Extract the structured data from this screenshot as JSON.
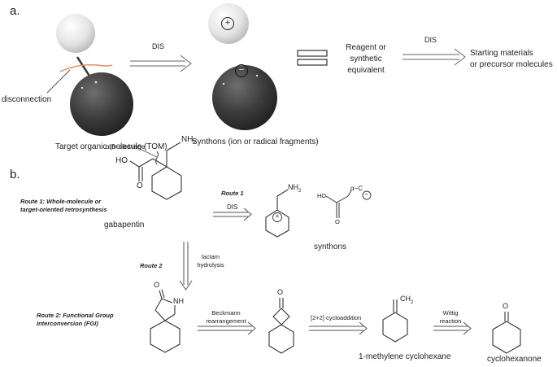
{
  "panel_a": {
    "label": "a.",
    "disconnection_label": "disconnection",
    "tom_caption": "Target organic molecule (TOM)",
    "arrow1_label": "DIS",
    "synthons_caption": "Synthons (ion or radical fragments)",
    "plus_sign": "+",
    "minus_sign": "−",
    "reagent_line1": "Reagent or",
    "reagent_line2": "synthetic",
    "reagent_line3": "equivalent",
    "arrow2_label": "DIS",
    "starting_line1": "Starting materials",
    "starting_line2": "or precursor molecules"
  },
  "panel_b": {
    "label": "b.",
    "cleavage_label": "α,β−cleavage",
    "nh2_label": "NH",
    "nh2_sub": "2",
    "ho_label": "HO",
    "o_label": "O",
    "route1_desc_line1": "Route 1: Whole-molecule or",
    "route1_desc_line2": "target-oriented retrosynthesis",
    "gabapentin_label": "gabapentin",
    "route1_label": "Route 1",
    "route1_arrow_label": "DIS",
    "synthon_cation_nh2": "NH",
    "synthon_cation_nh2_sub": "2",
    "synthon_plus": "+",
    "synthon_anion_ho": "HO",
    "synthon_anion_o": "O",
    "synthon_anion_alpha": "α−C",
    "synthon_anion_minus": "−",
    "synthons_label": "synthons",
    "route2_label": "Route 2",
    "lactam_line1": "lactam",
    "lactam_line2": "hydrolysis",
    "lactam_o": "O",
    "lactam_nh": "NH",
    "route2_desc_line1": "Route 2: Functional Group",
    "route2_desc_line2": "Interconversion (FGI)",
    "beckmann_line1": "Beckmann",
    "beckmann_line2": "rearrangement",
    "ketone_o": "O",
    "cycloaddition_label": "[2+2] cycloaddition",
    "ch2_label": "CH",
    "ch2_sub": "2",
    "methylene_label": "1-methylene cyclohexane",
    "wittig_line1": "Wittig",
    "wittig_line2": "reaction",
    "cyclohexanone_o": "O",
    "cyclohexanone_label": "cyclohexanone"
  },
  "colors": {
    "line": "#444444",
    "text": "#222222",
    "disconnection_line": "#e08a5e",
    "dark_sphere": "#3a3a3a",
    "light_sphere": "#e8e8e8"
  }
}
